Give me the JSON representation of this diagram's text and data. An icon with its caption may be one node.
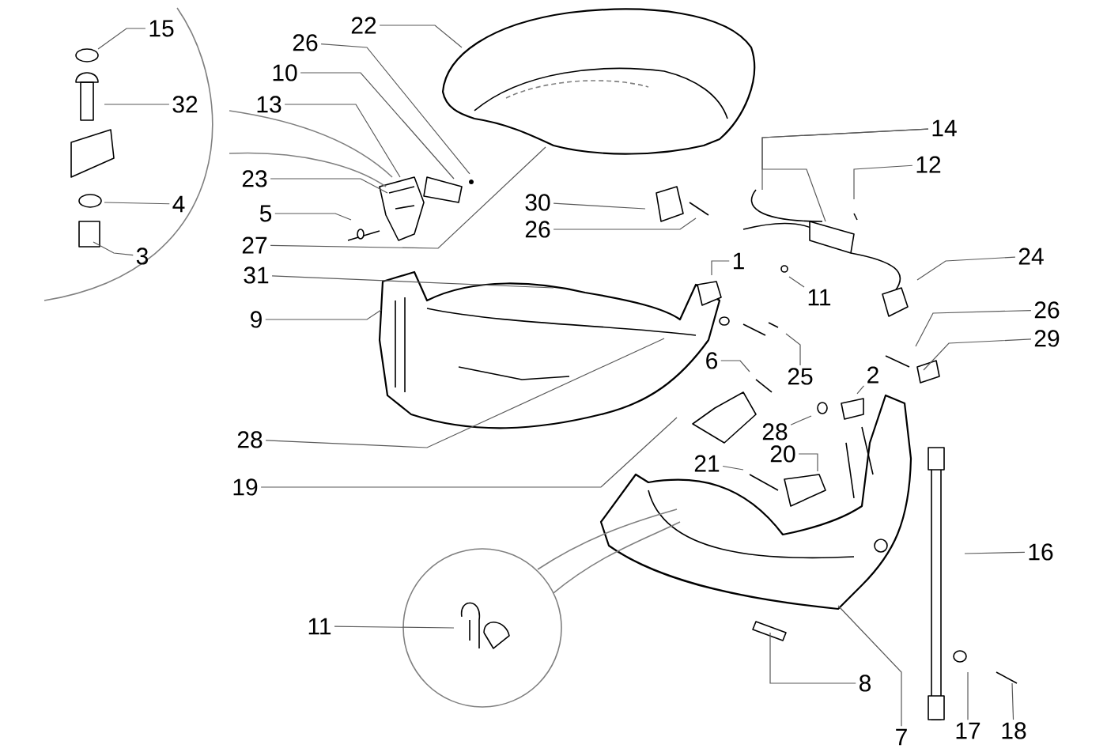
{
  "diagram": {
    "nodes": [
      {
        "text": [
          "15"
        ]
      },
      {
        "text": [
          "32"
        ]
      },
      {
        "text": [
          "4"
        ]
      },
      {
        "text": [
          "3"
        ]
      },
      {
        "text": [
          "22"
        ]
      },
      {
        "text": [
          "26"
        ]
      },
      {
        "text": [
          "10"
        ]
      },
      {
        "text": [
          "13"
        ]
      },
      {
        "text": [
          "23"
        ]
      },
      {
        "text": [
          "5"
        ]
      },
      {
        "text": [
          "27"
        ]
      },
      {
        "text": [
          "31"
        ]
      },
      {
        "text": [
          "9"
        ]
      },
      {
        "text": [
          "30"
        ]
      },
      {
        "text": [
          "26"
        ]
      },
      {
        "text": [
          "14"
        ]
      },
      {
        "text": [
          "12"
        ]
      },
      {
        "text": [
          "1"
        ]
      },
      {
        "text": [
          "11"
        ]
      },
      {
        "text": [
          "24"
        ]
      },
      {
        "text": [
          "25"
        ]
      },
      {
        "text": [
          "26"
        ]
      },
      {
        "text": [
          "29"
        ]
      },
      {
        "text": [
          "6"
        ]
      },
      {
        "text": [
          "2"
        ]
      },
      {
        "text": [
          "28"
        ]
      },
      {
        "text": [
          "20"
        ]
      },
      {
        "text": [
          "21"
        ]
      },
      {
        "text": [
          "28"
        ]
      },
      {
        "text": [
          "19"
        ]
      },
      {
        "text": [
          "16"
        ]
      },
      {
        "text": [
          "11"
        ]
      },
      {
        "text": [
          "8"
        ]
      },
      {
        "text": [
          "7"
        ]
      },
      {
        "text": [
          "17"
        ]
      },
      {
        "text": [
          "18"
        ]
      }
    ],
    "edges": [
      {
        "from": 0,
        "to": null,
        "arrow": "none"
      },
      {
        "from": 1,
        "to": null,
        "arrow": "none"
      },
      {
        "from": 2,
        "to": null,
        "arrow": "none"
      },
      {
        "from": 3,
        "to": null,
        "arrow": "none"
      },
      {
        "from": 4,
        "to": null,
        "arrow": "none"
      },
      {
        "from": 5,
        "to": null,
        "arrow": "none"
      },
      {
        "from": 6,
        "to": null,
        "arrow": "none"
      },
      {
        "from": 7,
        "to": null,
        "arrow": "none"
      },
      {
        "from": 8,
        "to": null,
        "arrow": "none"
      },
      {
        "from": 9,
        "to": null,
        "arrow": "none"
      },
      {
        "from": 10,
        "to": null,
        "arrow": "none"
      },
      {
        "from": 11,
        "to": null,
        "arrow": "none"
      },
      {
        "from": 12,
        "to": null,
        "arrow": "none"
      },
      {
        "from": 13,
        "to": null,
        "arrow": "none"
      },
      {
        "from": 14,
        "to": null,
        "arrow": "none"
      },
      {
        "from": 15,
        "to": null,
        "arrow": "none"
      },
      {
        "from": 15,
        "to": null,
        "arrow": "none"
      },
      {
        "from": 16,
        "to": null,
        "arrow": "none"
      },
      {
        "from": 17,
        "to": null,
        "arrow": "none"
      },
      {
        "from": 18,
        "to": null,
        "arrow": "none"
      },
      {
        "from": 19,
        "to": null,
        "arrow": "none"
      },
      {
        "from": 20,
        "to": null,
        "arrow": "none"
      },
      {
        "from": 21,
        "to": null,
        "arrow": "none"
      },
      {
        "from": 22,
        "to": null,
        "arrow": "none"
      },
      {
        "from": 23,
        "to": null,
        "arrow": "none"
      },
      {
        "from": 24,
        "to": null,
        "arrow": "none"
      },
      {
        "from": 25,
        "to": null,
        "arrow": "none"
      },
      {
        "from": 26,
        "to": null,
        "arrow": "none"
      },
      {
        "from": 27,
        "to": null,
        "arrow": "none"
      },
      {
        "from": 28,
        "to": null,
        "arrow": "none"
      },
      {
        "from": 29,
        "to": null,
        "arrow": "none"
      },
      {
        "from": 30,
        "to": null,
        "arrow": "none"
      },
      {
        "from": 31,
        "to": null,
        "arrow": "none"
      },
      {
        "from": 32,
        "to": null,
        "arrow": "none"
      },
      {
        "from": 33,
        "to": null,
        "arrow": "none"
      },
      {
        "from": 34,
        "to": null,
        "arrow": "none"
      },
      {
        "from": 35,
        "to": null,
        "arrow": "none"
      }
    ]
  }
}
